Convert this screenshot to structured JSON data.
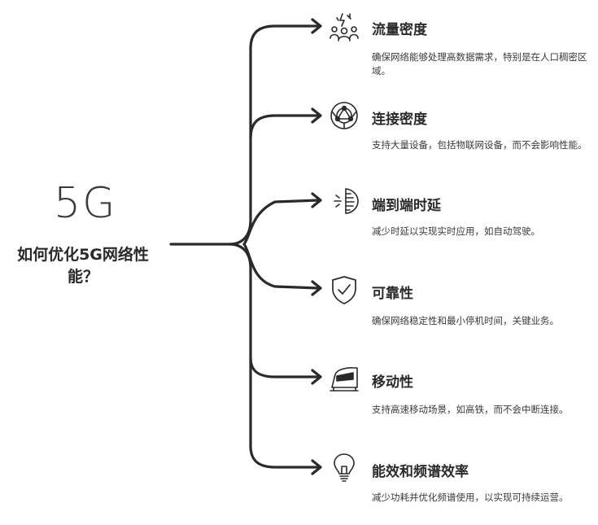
{
  "root": {
    "icon_text": "5G",
    "title": "如何优化5G网络性能？"
  },
  "branches": [
    {
      "title": "流量密度",
      "desc": "确保网络能够处理高数据需求，特别是在人口稠密区域。",
      "icon": "crowd-lightning-icon"
    },
    {
      "title": "连接密度",
      "desc": "支持大量设备，包括物联网设备，而不会影响性能。",
      "icon": "network-globe-icon"
    },
    {
      "title": "端到端时延",
      "desc": "减少时延以实现实时应用，如自动驾驶。",
      "icon": "timer-icon"
    },
    {
      "title": "可靠性",
      "desc": "确保网络稳定性和最小停机时间，关键业务。",
      "icon": "shield-check-icon"
    },
    {
      "title": "移动性",
      "desc": "支持高速移动场景，如高铁，而不会中断连接。",
      "icon": "train-icon"
    },
    {
      "title": "能效和频谱效率",
      "desc": "减少功耗并优化频谱使用，以实现可持续运营。",
      "icon": "lightbulb-icon"
    }
  ]
}
